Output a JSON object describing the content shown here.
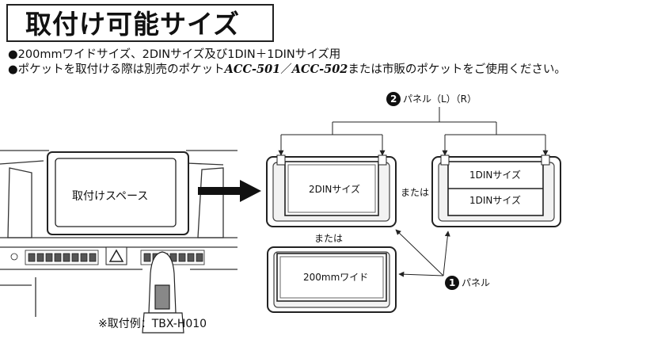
{
  "header": {
    "title": "取付け可能サイズ"
  },
  "notes": {
    "line1": "●200mmワイドサイズ、2DINサイズ及び1DIN＋1DINサイズ用",
    "line2_pre": "●ポケットを取付ける際は別売のポケット",
    "line2_code1": "ACC-501",
    "line2_sep": "／",
    "line2_code2": "ACC-502",
    "line2_post": "または市販のポケットをご使用ください。"
  },
  "dashboard": {
    "mount_space_label": "取付けスペース",
    "example_caption": "※取付例：TBX-H010"
  },
  "options": {
    "opt_2din": "2DINサイズ",
    "opt_1din_top": "1DINサイズ",
    "opt_1din_bottom": "1DINサイズ",
    "opt_200mm": "200mmワイド",
    "or_label_1": "または",
    "or_label_2": "または"
  },
  "callouts": {
    "panel_lr_num": "2",
    "panel_lr": "パネル（L）（R）",
    "panel_num": "1",
    "panel": "パネル"
  }
}
